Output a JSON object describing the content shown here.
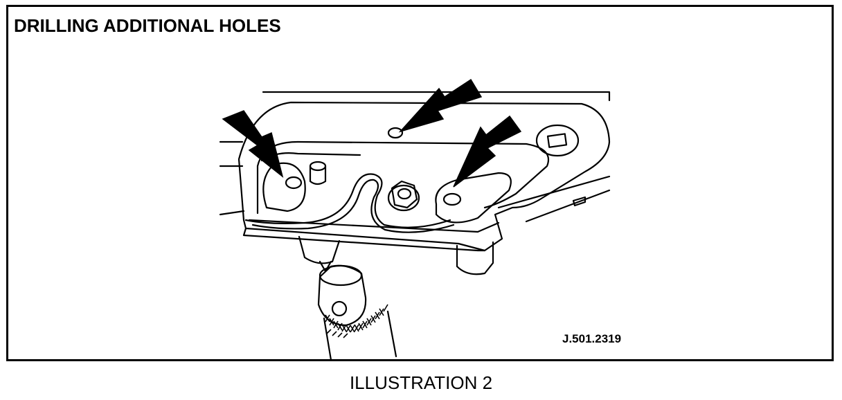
{
  "figure": {
    "title": "DRILLING ADDITIONAL HOLES",
    "reference": "J.501.2319",
    "caption": "ILLUSTRATION 2"
  },
  "icons": [
    "pointer-arrow-icon",
    "pointer-arrow-icon",
    "pointer-arrow-icon"
  ]
}
